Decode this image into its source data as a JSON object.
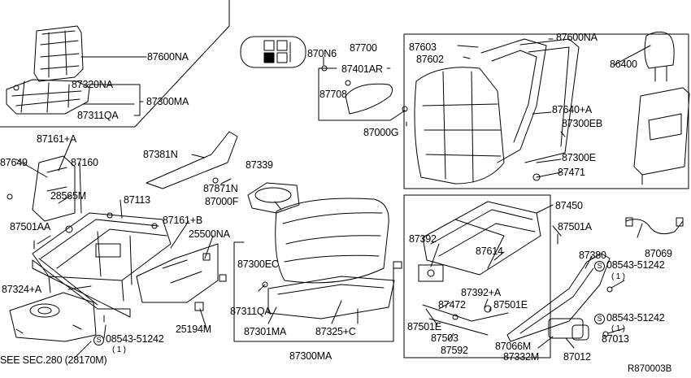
{
  "diagram": {
    "ref_code": "R870003B",
    "footer_note": "SEE SEC.280 (28170M)",
    "screw_symbol": "S",
    "screw_qty": "( 1 )",
    "parts": {
      "p87600NA_a": "87600NA",
      "p87320NA": "87320NA",
      "p87300MA_a": "87300MA",
      "p87311QA_a": "87311QA",
      "p870N6": "870N6",
      "p87700": "87700",
      "p87401AR": "87401AR",
      "p87708": "87708",
      "p87000G": "87000G",
      "p87603": "87603",
      "p87602": "87602",
      "p87600NA_b": "87600NA",
      "p86400": "86400",
      "p87640A": "87640+A",
      "p87300EB": "87300EB",
      "p87300E": "87300E",
      "p87471": "87471",
      "p87161A": "87161+A",
      "p87649": "87649",
      "p87160": "87160",
      "p28565M": "28565M",
      "p87113": "87113",
      "p87381N": "87381N",
      "p87339": "87339",
      "p87871N": "87871N",
      "p87000F": "87000F",
      "p87161B": "87161+B",
      "p25500NA": "25500NA",
      "p87501AA": "87501AA",
      "p87324A": "87324+A",
      "p25194M": "25194M",
      "p08543_a": "08543-51242",
      "p87300EC": "87300EC",
      "p87311QA_b": "87311QA",
      "p87301MA": "87301MA",
      "p87325C": "87325+C",
      "p87300MA_b": "87300MA",
      "p87450": "87450",
      "p87501A": "87501A",
      "p87392": "87392",
      "p87614": "87614",
      "p87392A": "87392+A",
      "p87472": "87472",
      "p87501E_a": "87501E",
      "p87501E_b": "87501E",
      "p87503": "87503",
      "p87592": "87592",
      "p87069": "87069",
      "p87380": "87380",
      "p08543_b": "08543-51242",
      "p08543_c": "08543-51242",
      "p87013": "87013",
      "p87066M": "87066M",
      "p87332M": "87332M",
      "p87012": "87012"
    }
  }
}
